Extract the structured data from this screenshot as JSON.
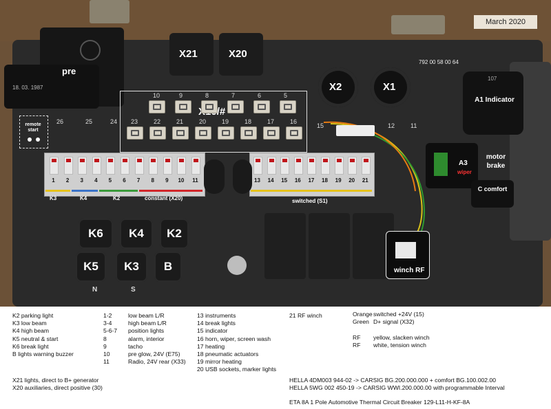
{
  "date_badge": "March 2020",
  "photo_labels": {
    "pre_relay": "pre",
    "pre_date": "18. 03. 1987",
    "remote_start": "remote start",
    "x21": "X21",
    "x20": "X20",
    "x10": "X10/#",
    "x2": "X2",
    "x1": "X1",
    "part_number": "792 00 58 00 64",
    "a1": "A1 Indicator",
    "a1_code": "107",
    "motor_brake": "motor brake",
    "a3": "A3",
    "a3_sub": "wiper",
    "c_comfort": "C comfort",
    "winch_rf": "winch RF",
    "group_k3": "K3",
    "group_k4": "K4",
    "group_k2": "K2",
    "constant": "constant (X20)",
    "switched": "switched (S1)",
    "k_relays": [
      "K6",
      "K4",
      "K2",
      "K5",
      "K3",
      "B"
    ],
    "bottom_marks": [
      "N",
      "S"
    ],
    "fuses_left": [
      "1",
      "2",
      "3",
      "4",
      "5",
      "6",
      "7",
      "8",
      "9",
      "10",
      "11"
    ],
    "fuses_right": [
      "13",
      "14",
      "15",
      "16",
      "17",
      "18",
      "19",
      "20",
      "21"
    ],
    "connector_top_nums": [
      "10",
      "9",
      "8",
      "7",
      "6",
      "5"
    ],
    "connector_mid_nums": [
      "23",
      "22",
      "21",
      "20",
      "19",
      "18",
      "17",
      "16"
    ],
    "connector_right_nums": [
      "15",
      "12",
      "11"
    ],
    "remote_nums": [
      "26",
      "25",
      "24"
    ]
  },
  "legend": {
    "col1": [
      "K2 parking light",
      "K3 low beam",
      "K4 high beam",
      "K5 neutral & start",
      "K6 break light",
      "B lights warning buzzer"
    ],
    "col2": [
      {
        "k": "1-2",
        "v": "low beam L/R"
      },
      {
        "k": "3-4",
        "v": "high beam L/R"
      },
      {
        "k": "5-6-7",
        "v": "position lights"
      },
      {
        "k": "8",
        "v": "alarm, interior"
      },
      {
        "k": "9",
        "v": "tacho"
      },
      {
        "k": "10",
        "v": "pre glow, 24V (E75)"
      },
      {
        "k": "11",
        "v": "Radio, 24V rear (X33)"
      }
    ],
    "col3": [
      "13 instruments",
      "14 break lights",
      "15 indicator",
      "16 horn, wiper, screen wash",
      "17 heating",
      "18 pneumatic actuators",
      "19 mirror heating",
      "20 USB sockets, marker lights"
    ],
    "col4": [
      "21 RF winch"
    ],
    "col5": [
      {
        "k": "Orange",
        "v": "switched +24V (15)"
      },
      {
        "k": "Green",
        "v": "D+ signal (X32)"
      },
      {
        "k": "",
        "v": ""
      },
      {
        "k": "RF",
        "v": "yellow, slacken winch"
      },
      {
        "k": "RF",
        "v": "white, tension winch"
      }
    ],
    "x21_line": "X21 lights, direct to B+ generator",
    "x20_line": "X20 auxiliaries, direct positive (30)",
    "hella1": "HELLA 4DM003 944-02 -> CARSIG BG.200.000.000 + comfort BG.100.002.00",
    "hella2": "HELLA 5WG 002 450-19 -> CARSIG WWI.200.000.00 with programmable Interval",
    "eta": "ETA 8A 1 Pole Automotive Thermal Circuit Breaker  129-L11-H-KF-8A"
  },
  "colors": {
    "housing": "#222222",
    "wood": "#6b5137",
    "fuse_red": "#c0141a",
    "group_yellow": "#e6c21a",
    "group_blue": "#3a73c8",
    "group_green": "#3a9a3a",
    "group_red": "#d2262a"
  }
}
